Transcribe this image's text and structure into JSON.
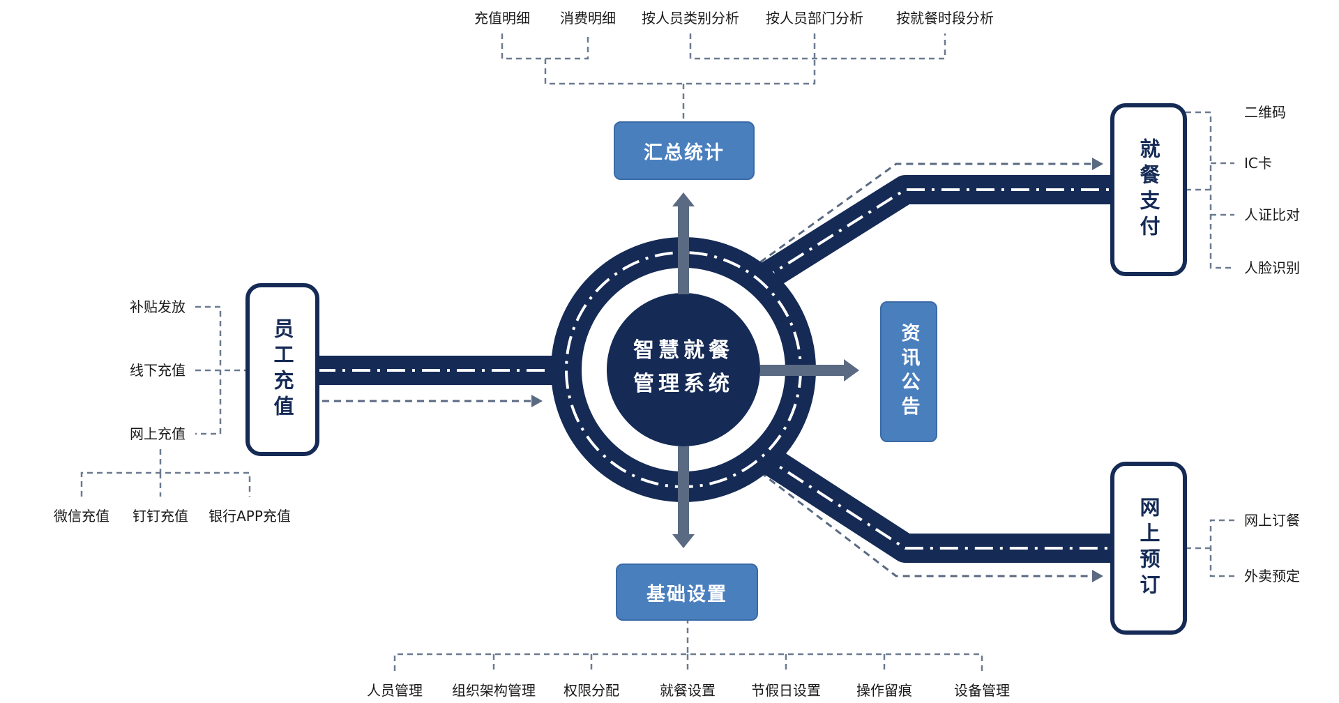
{
  "center": {
    "line1": "智慧就餐",
    "line2": "管理系统"
  },
  "top_box": "汇总统计",
  "top_items": [
    "充值明细",
    "消费明细",
    "按人员类别分析",
    "按人员部门分析",
    "按就餐时段分析"
  ],
  "bottom_box": "基础设置",
  "bottom_items": [
    "人员管理",
    "组织架构管理",
    "权限分配",
    "就餐设置",
    "节假日设置",
    "操作留痕",
    "设备管理"
  ],
  "right_box": "资讯公告",
  "left_box": "员工充值",
  "left_items": [
    "补贴发放",
    "线下充值",
    "网上充值"
  ],
  "left_sub_items": [
    "微信充值",
    "钉钉充值",
    "银行APP充值"
  ],
  "payment_box": "就餐支付",
  "payment_items": [
    "二维码",
    "IC卡",
    "人证比对",
    "人脸识别"
  ],
  "order_box": "网上预订",
  "order_items": [
    "网上订餐",
    "外卖预定"
  ],
  "colors": {
    "navy": "#152a55",
    "blue": "#4a7fbe",
    "arrow": "#5a6a82",
    "dash": "#6b7a90"
  }
}
